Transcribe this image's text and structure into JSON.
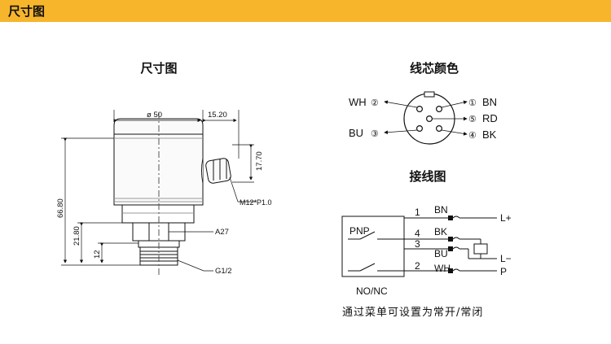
{
  "header": {
    "title": "尺寸图",
    "accent_color": "#f7b52c"
  },
  "dimension_drawing": {
    "heading": "尺寸图",
    "labels": {
      "diameter": "ø 50",
      "connector_offset": "15.20",
      "connector_height": "17.70",
      "thread_connector": "M12*P1.0",
      "total_height": "66.80",
      "neck_height": "21.80",
      "thread_length": "12",
      "wrench_size": "A27",
      "process_thread": "G1/2"
    }
  },
  "core_colors": {
    "heading": "线芯颜色",
    "pins": [
      {
        "code": "WH",
        "num": "②"
      },
      {
        "code": "BU",
        "num": "③"
      },
      {
        "code": "BN",
        "num": "①"
      },
      {
        "code": "RD",
        "num": "⑤"
      },
      {
        "code": "BK",
        "num": "④"
      }
    ]
  },
  "wiring": {
    "heading": "接线图",
    "switch_label": "PNP",
    "mode_label": "NO/NC",
    "wires": [
      {
        "num": "1",
        "color": "BN",
        "terminal": "L+"
      },
      {
        "num": "4",
        "color": "BK",
        "terminal": ""
      },
      {
        "num": "3",
        "color": "BU",
        "terminal": "L−"
      },
      {
        "num": "2",
        "color": "WH",
        "terminal": "P"
      }
    ],
    "note": "通过菜单可设置为常开/常闭"
  }
}
